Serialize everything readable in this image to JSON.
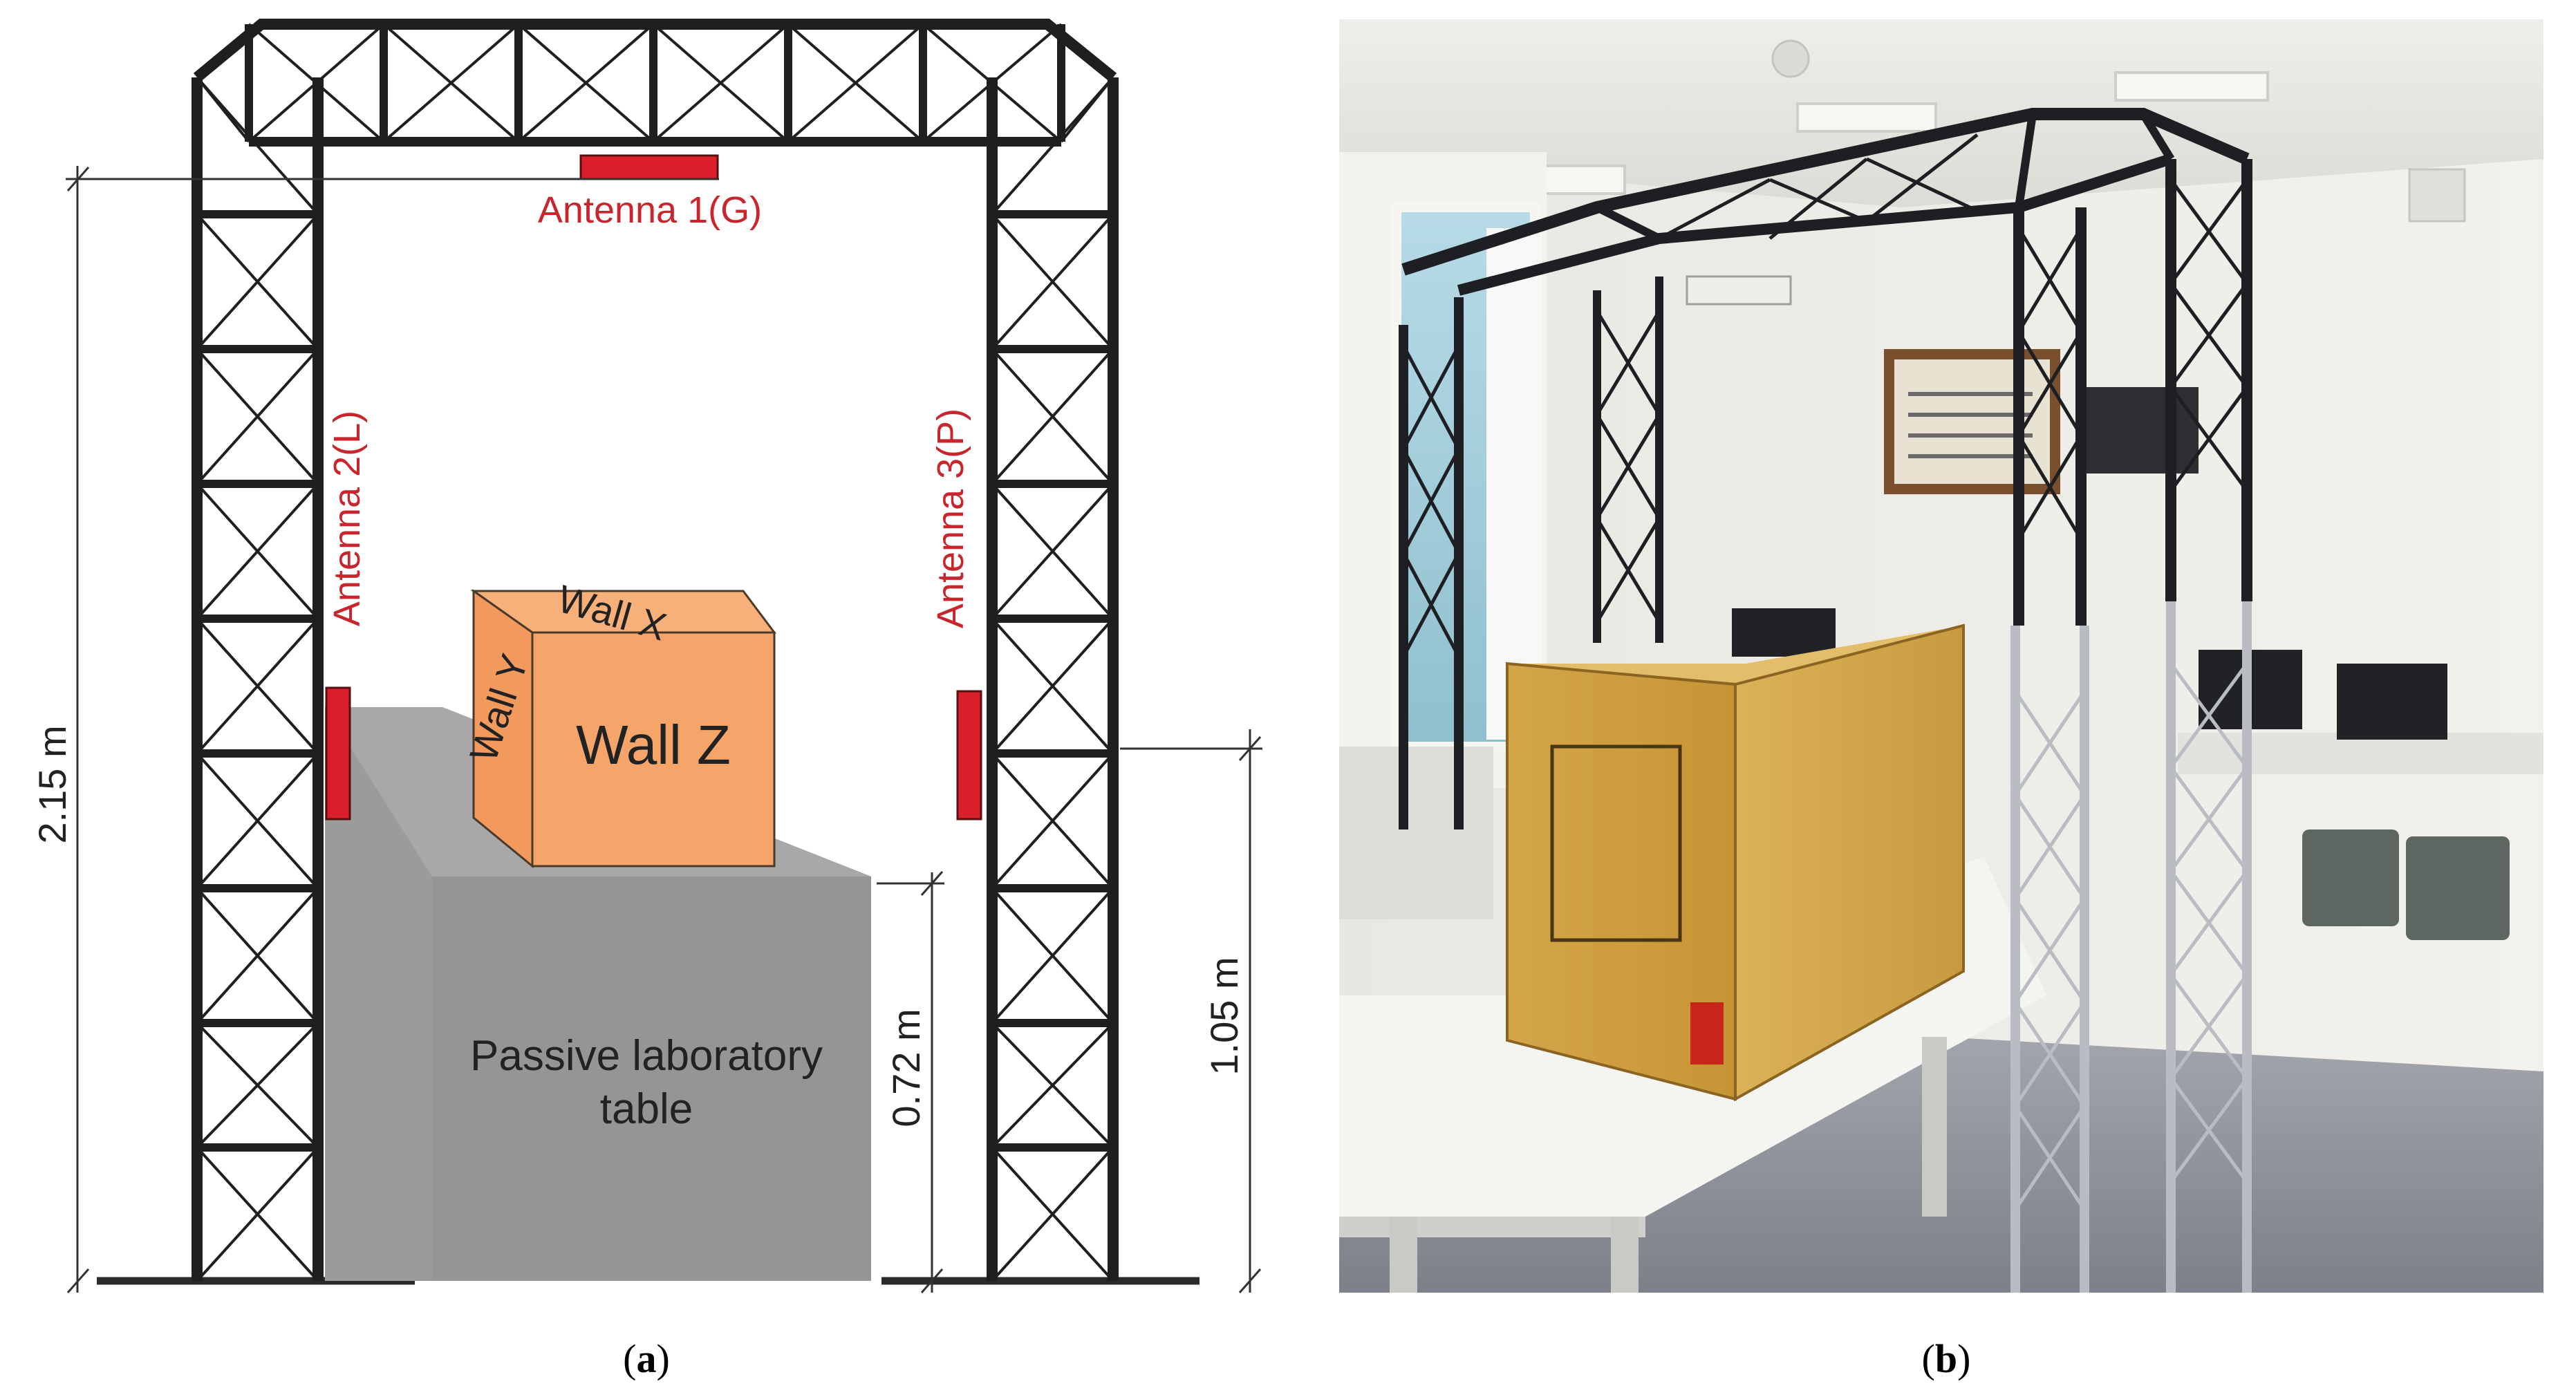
{
  "panel_a": {
    "antennas": {
      "top": "Antenna 1(G)",
      "left": "Antenna 2(L)",
      "right": "Antenna 3(P)"
    },
    "box_walls": {
      "top": "Wall X",
      "side": "Wall Y",
      "front": "Wall Z"
    },
    "table_label_line1": "Passive laboratory",
    "table_label_line2": "table",
    "dimensions": {
      "frame_height": "2.15 m",
      "table_height": "0.72 m",
      "antenna_height": "1.05 m"
    },
    "caption_letter": "a"
  },
  "panel_b": {
    "caption_letter": "b"
  },
  "colors": {
    "frame": "#1f1f1f",
    "antenna": "#d9202a",
    "antenna_text": "#c8252c",
    "box": "#f5a56a",
    "table": "#9b9b9b",
    "dimension_line": "#333333"
  }
}
